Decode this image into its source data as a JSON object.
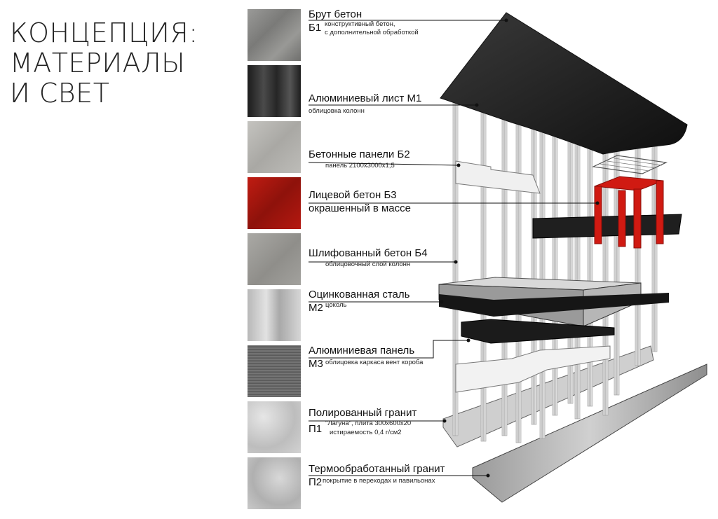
{
  "title": {
    "line1": "КОНЦЕПЦИЯ:",
    "line2": "МАТЕРИАЛЫ",
    "line3": "И СВЕТ"
  },
  "materials": [
    {
      "name": "Брут бетон",
      "code": "Б1",
      "desc1": "конструктивный бетон,",
      "desc2": "с дополнительной обработкой",
      "color": "#8c8c8a"
    },
    {
      "name": "Алюминиевый лист  М1",
      "desc1": "облицовка колонн",
      "color": "#2e2e2e"
    },
    {
      "name": "Бетонные панели Б2",
      "desc1": "панель  2100х3000х1,5",
      "color": "#b9b8b4"
    },
    {
      "name": "Лицевой бетон Б3",
      "name2": "окрашенный в массе",
      "color": "#b3160f"
    },
    {
      "name": "Шлифованный бетон Б4",
      "desc1": "облицовочный слой колонн",
      "color": "#9d9c98"
    },
    {
      "name": "Оцинкованная сталь",
      "code": "М2",
      "desc1": "цоколь",
      "color": "#c8c8c8"
    },
    {
      "name": "Алюминиевая панель",
      "code": "М3",
      "desc1": "облицовка каркаса вент короба",
      "color": "#6e6e6e"
    },
    {
      "name": "Полированный гранит",
      "code": "П1",
      "desc1": "\"Лагуна\", плита 300х600х20",
      "desc2": "истираемость 0,4 г/см2",
      "color": "#cfcfcf"
    },
    {
      "name": "Термообработанный гранит",
      "code": "П2",
      "desc1": "покрытие в переходах и павильонах",
      "color": "#c4c4c4"
    }
  ]
}
